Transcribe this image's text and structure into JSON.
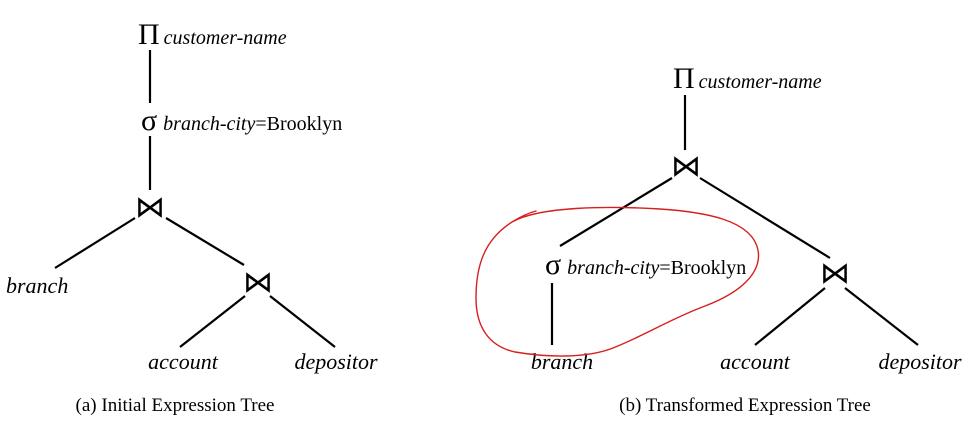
{
  "trees": {
    "initial": {
      "caption": "(a) Initial Expression Tree",
      "projection": {
        "symbol": "Π",
        "attribute": "customer-name"
      },
      "selection": {
        "symbol": "σ",
        "attribute": "branch-city",
        "operator_value": "=Brooklyn"
      },
      "join_top": "⋈",
      "join_inner": "⋈",
      "leaves": {
        "left": "branch",
        "inner_left": "account",
        "inner_right": "depositor"
      }
    },
    "transformed": {
      "caption": "(b) Transformed Expression Tree",
      "projection": {
        "symbol": "Π",
        "attribute": "customer-name"
      },
      "join_top": "⋈",
      "selection": {
        "symbol": "σ",
        "attribute": "branch-city",
        "operator_value": "=Brooklyn"
      },
      "join_inner": "⋈",
      "leaves": {
        "under_selection": "branch",
        "inner_left": "account",
        "inner_right": "depositor"
      }
    }
  },
  "annotation": {
    "color": "#d81f1f"
  }
}
